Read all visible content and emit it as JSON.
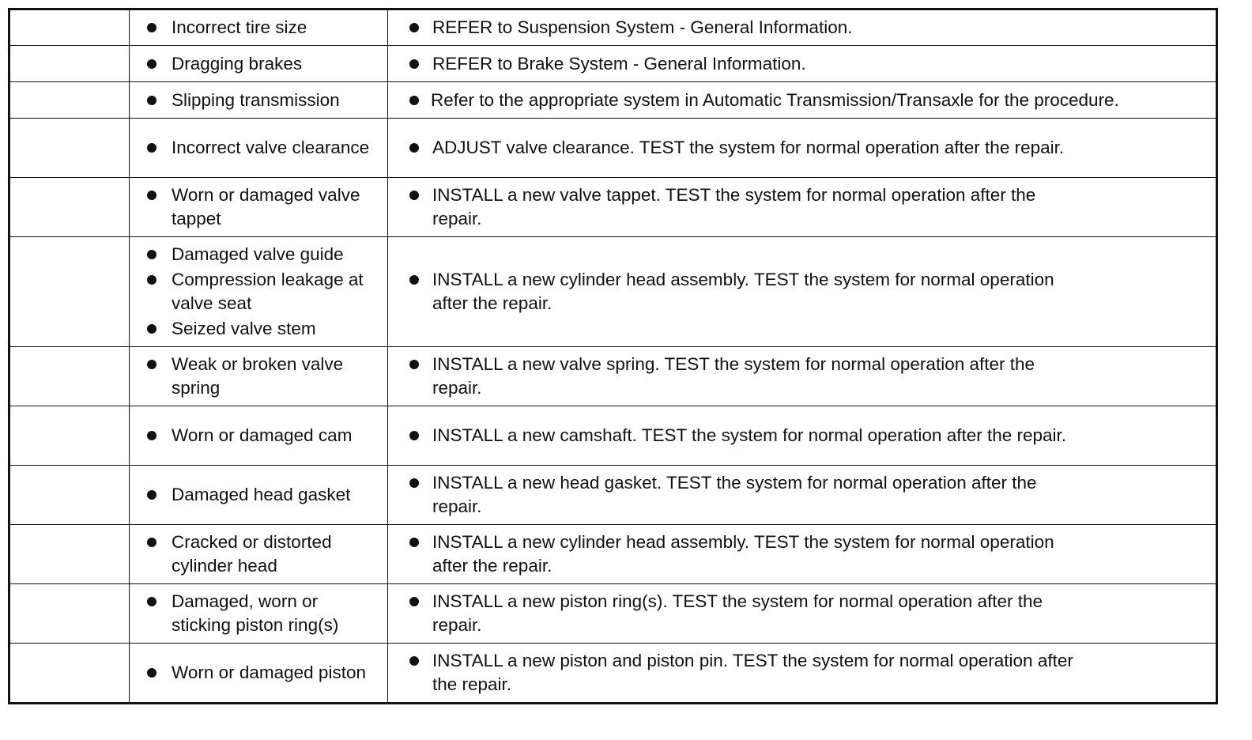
{
  "rows": [
    {
      "causes": [
        "Incorrect tire size"
      ],
      "action": "REFER to Suspension System - General Information."
    },
    {
      "causes": [
        "Dragging brakes"
      ],
      "action": "REFER to Brake System - General Information."
    },
    {
      "causes": [
        "Slipping transmission"
      ],
      "action": "Refer to the appropriate system  in Automatic Transmission/Transaxle for the procedure."
    },
    {
      "causes": [
        "Incorrect valve clearance"
      ],
      "action": "ADJUST valve clearance. TEST the system for normal operation after the repair."
    },
    {
      "causes": [
        "Worn or damaged valve tappet"
      ],
      "action": "INSTALL a new valve tappet. TEST the system for normal operation after the repair."
    },
    {
      "causes": [
        "Damaged valve guide",
        "Compression leakage at valve seat",
        "Seized valve stem"
      ],
      "action": "INSTALL a new cylinder head assembly. TEST the system for normal operation after the repair."
    },
    {
      "causes": [
        "Weak or broken valve spring"
      ],
      "action": "INSTALL a new valve spring. TEST the system for normal operation after the repair."
    },
    {
      "causes": [
        "Worn or damaged cam"
      ],
      "action": "INSTALL a new camshaft. TEST the system for normal operation after the repair."
    },
    {
      "causes": [
        "Damaged head gasket"
      ],
      "action": "INSTALL a new head gasket. TEST the system for normal operation after the repair."
    },
    {
      "causes": [
        "Cracked or distorted cylinder head"
      ],
      "action": "INSTALL a new cylinder head assembly. TEST the system for normal operation after the repair."
    },
    {
      "causes": [
        "Damaged, worn or sticking piston ring(s)"
      ],
      "action": "INSTALL a new piston ring(s). TEST the system for normal operation after the repair."
    },
    {
      "causes": [
        "Worn or damaged piston"
      ],
      "action": "INSTALL a new piston and piston pin. TEST the system for normal operation after the repair."
    }
  ]
}
